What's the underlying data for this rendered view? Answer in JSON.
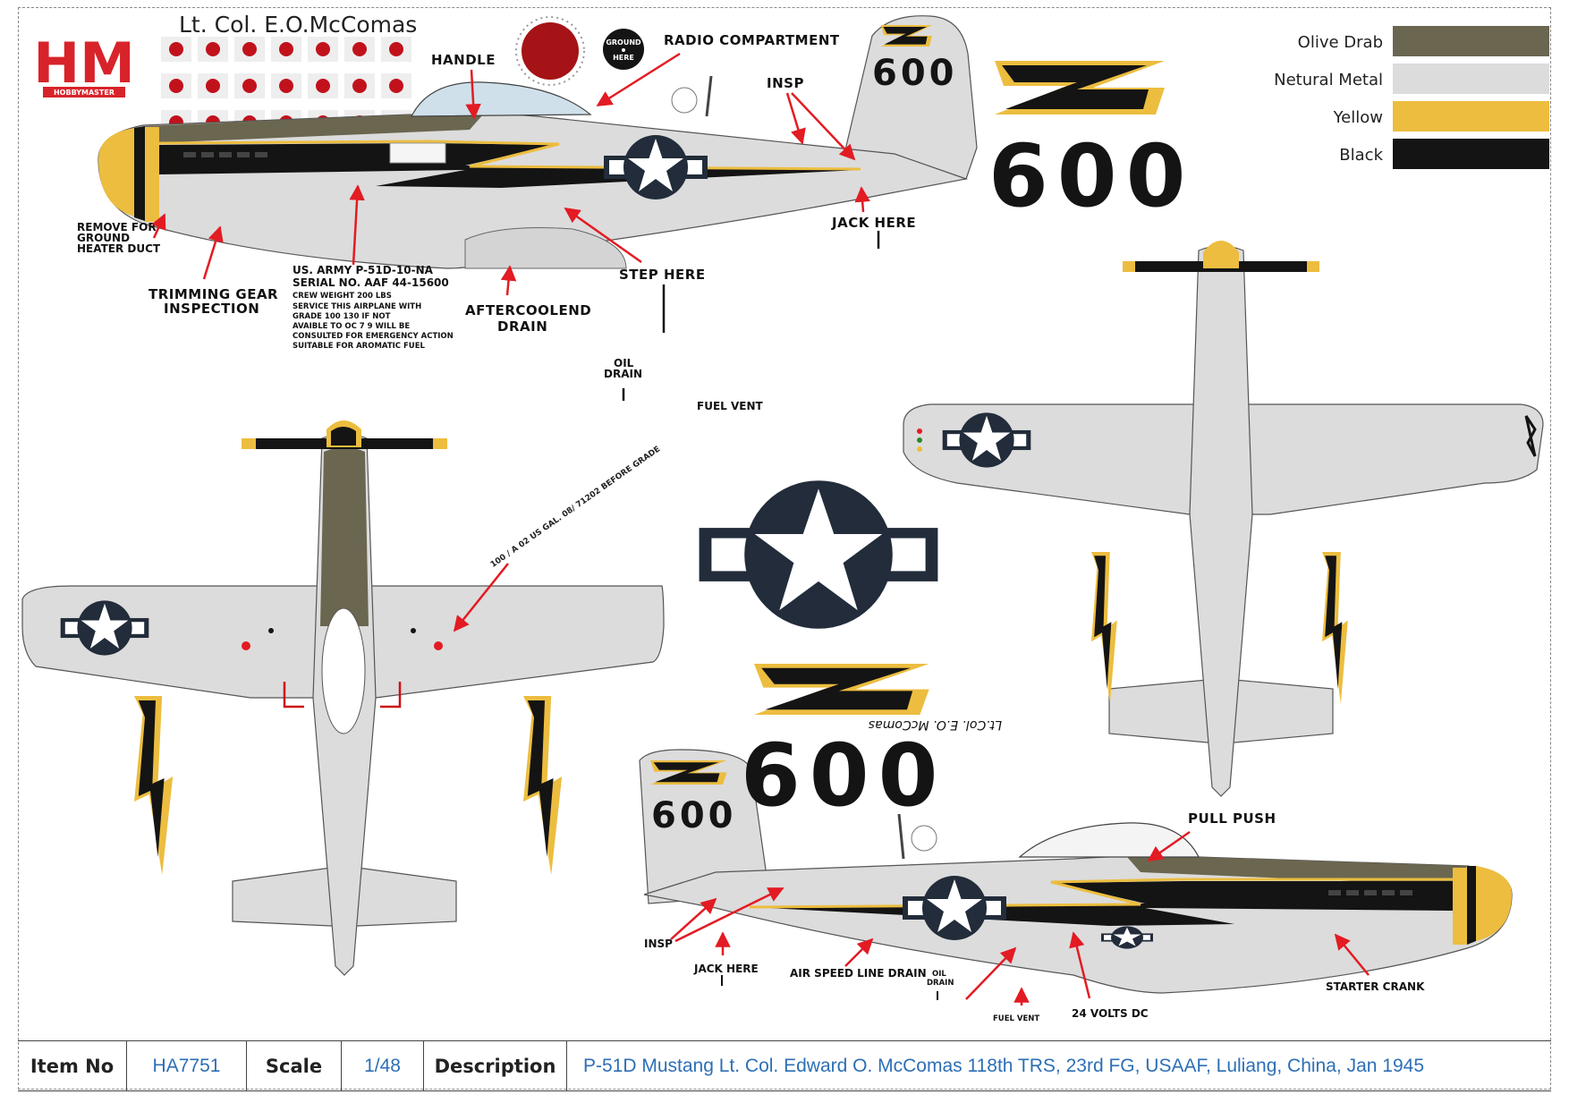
{
  "brand": {
    "logo": "HM",
    "sub": "HOBBYMASTER"
  },
  "pilot_name": "Lt. Col. E.O.McComas",
  "legend": [
    {
      "label": "Olive Drab",
      "color": "#6b6650"
    },
    {
      "label": "Netural Metal",
      "color": "#dcdcdc"
    },
    {
      "label": "Yellow",
      "color": "#ecbd3f"
    },
    {
      "label": "Black",
      "color": "#141414"
    }
  ],
  "colors": {
    "metal": "#dcdcdc",
    "olive": "#6b6650",
    "yellow": "#ecbd3f",
    "black": "#141414",
    "navy": "#222c3a",
    "arrow": "#e31b23",
    "link": "#2d6fb6"
  },
  "ground_here": [
    "GROUND",
    "HERE"
  ],
  "tail_number": "600",
  "callouts_left": {
    "handle": "HANDLE",
    "radio": "RADIO COMPARTMENT",
    "insp": "INSP",
    "jack": "JACK HERE",
    "step": "STEP HERE",
    "remove": [
      "REMOVE FOR",
      "GROUND",
      "HEATER DUCT"
    ],
    "trim": [
      "TRIMMING GEAR",
      "INSPECTION"
    ],
    "after": [
      "AFTERCOOLEND",
      "DRAIN"
    ],
    "oil": [
      "OIL",
      "DRAIN"
    ],
    "fuel": "FUEL VENT"
  },
  "stencil": [
    "US. ARMY P-51D-10-NA",
    "SERIAL NO.   AAF 44-15600",
    "CREW WEIGHT 200 LBS",
    "SERVICE THIS AIRPLANE WITH",
    "GRADE 100 130 IF NOT",
    "AVAIBLE TO OC 7 9 WILL BE",
    "CONSULTED FOR EMERGENCY ACTION",
    "SUITABLE FOR AROMATIC FUEL"
  ],
  "fuel_ring": "100 / A 02 US GAL. 08/ 71202 BEFORE GRADE",
  "mirror_name": "Lt.Col. E.O. McComas",
  "callouts_right": {
    "pull": "PULL PUSH",
    "insp": "INSP",
    "jack": "JACK HERE",
    "air": "AIR SPEED LINE DRAIN",
    "oil": [
      "OIL",
      "DRAIN"
    ],
    "fuel": "FUEL VENT",
    "volts": "24 VOLTS DC",
    "starter": "STARTER CRANK"
  },
  "footer": {
    "item_no_label": "Item No",
    "item_no": "HA7751",
    "scale_label": "Scale",
    "scale": "1/48",
    "description_label": "Description",
    "description": "P-51D Mustang  Lt. Col. Edward O. McComas 118th TRS, 23rd FG, USAAF,  Luliang, China, Jan 1945"
  }
}
